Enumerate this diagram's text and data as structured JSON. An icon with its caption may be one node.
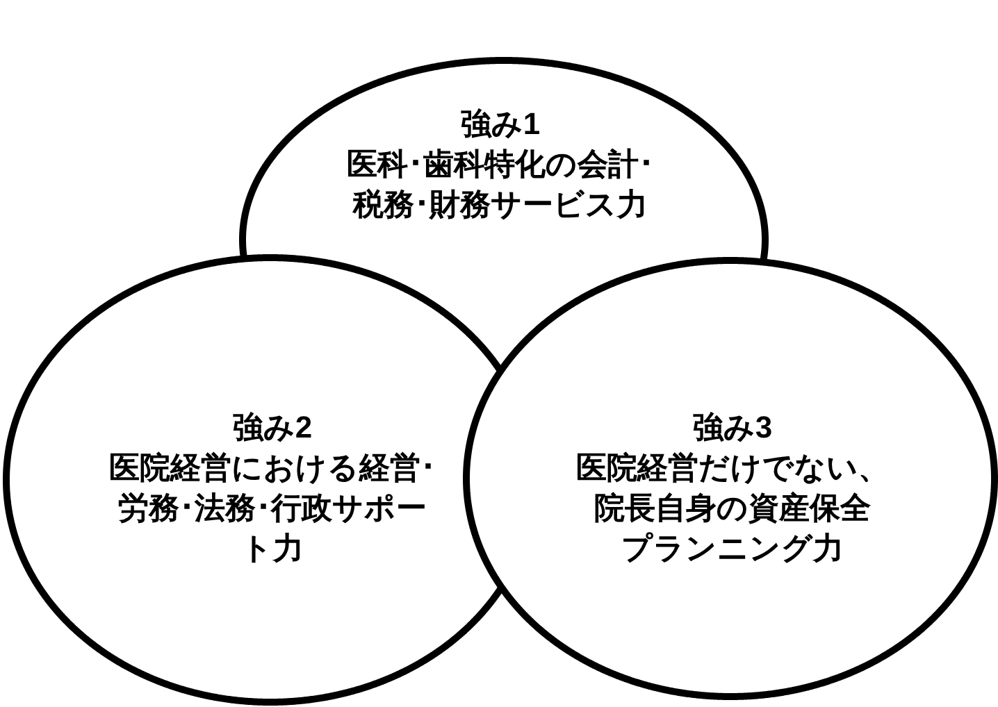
{
  "diagram": {
    "nodes": [
      {
        "text": [
          "強み1",
          "医科･歯科特化の会計･税務･財務サービス力"
        ]
      },
      {
        "text": [
          "強み2",
          "医院経営における経営･労務･法務･行政サポート力"
        ]
      },
      {
        "text": [
          "強み3",
          "医院経営だけでない、院長自身の資産保全プランニング力"
        ]
      }
    ]
  }
}
